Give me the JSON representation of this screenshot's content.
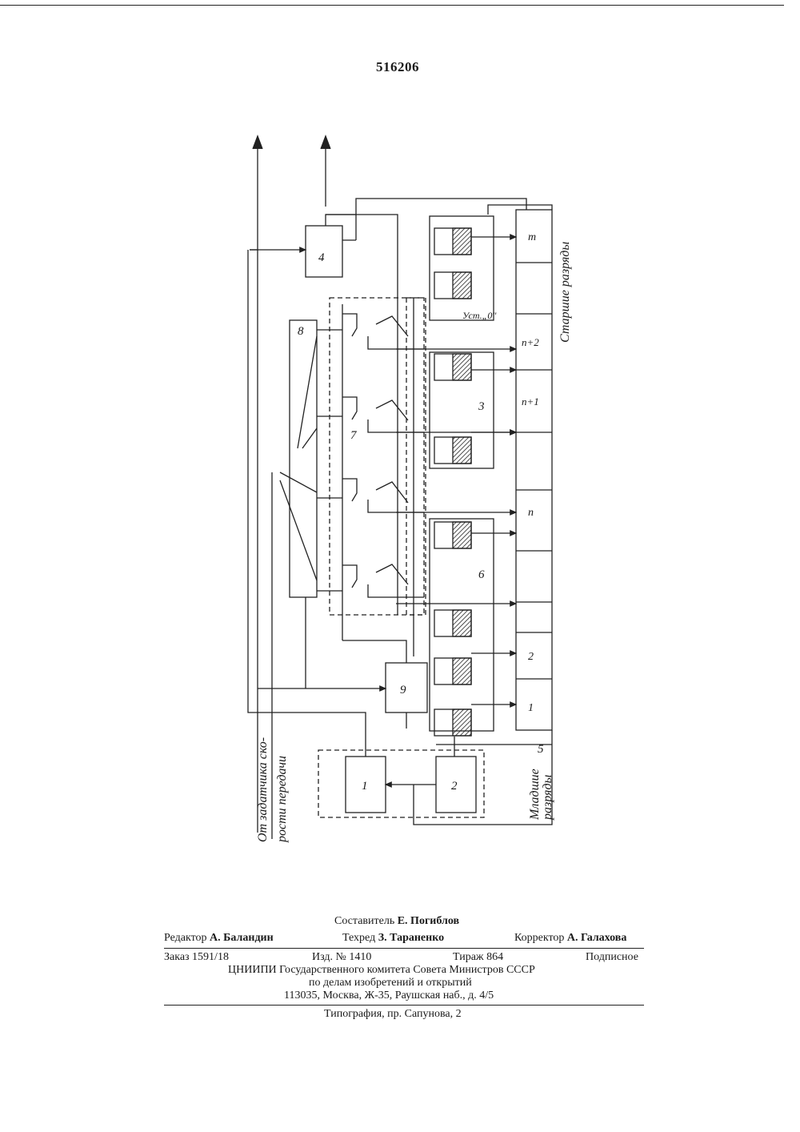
{
  "header": {
    "patent_number": "516206"
  },
  "figure": {
    "blocks": {
      "b1": "1",
      "b2": "2",
      "b4": "4",
      "b9": "9",
      "b3": "3",
      "b5": "5",
      "b6": "6",
      "b7": "7",
      "b8": "8"
    },
    "register_cells": [
      "1",
      "2",
      "n",
      "n+1",
      "n+2",
      "m"
    ],
    "label_set0": "Уст.„0\"",
    "label_source": "От задатчика ско-",
    "label_source2": "рости передачи",
    "label_low": "Младшие",
    "label_low2": "разряды",
    "label_high": "Старшие разряды"
  },
  "imprint": {
    "compiler": "Составитель Е. Погиблов",
    "editor": "Редактор А. Баландин",
    "techred": "Техред З. Тараненко",
    "corrector": "Корректор А. Галахова",
    "order": "Заказ 1591/18",
    "edition": "Изд. № 1410",
    "print_run": "Тираж 864",
    "subscription": "Подписное",
    "org1": "ЦНИИПИ Государственного комитета Совета Министров СССР",
    "org2": "по делам изобретений и открытий",
    "address": "113035, Москва, Ж-35, Раушская наб., д. 4/5",
    "printing": "Типография, пр. Сапунова, 2"
  }
}
